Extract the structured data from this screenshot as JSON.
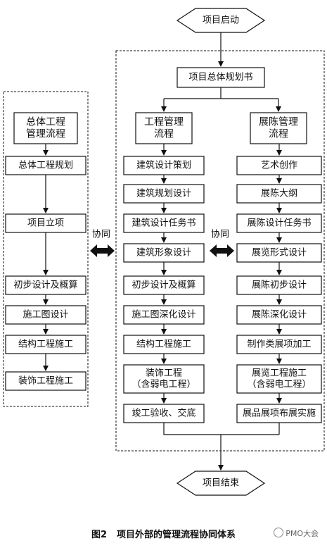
{
  "start": "项目启动",
  "end": "项目结束",
  "plan": "项目总体规划书",
  "sync_label": "协同",
  "left": {
    "title": [
      "总体工程",
      "管理流程"
    ],
    "steps": [
      "总体工程规划",
      "项目立项",
      "初步设计及概算",
      "施工图设计",
      "结构工程施工",
      "装饰工程施工"
    ]
  },
  "middle": {
    "title": [
      "工程管理",
      "流程"
    ],
    "steps": [
      [
        "建筑设计策划"
      ],
      [
        "建筑规划设计"
      ],
      [
        "建筑设计任务书"
      ],
      [
        "建筑形象设计"
      ],
      [
        "初步设计及概算"
      ],
      [
        "施工图深化设计"
      ],
      [
        "结构工程施工"
      ],
      [
        "装饰工程",
        "（含弱电工程）"
      ],
      [
        "竣工验收、交底"
      ]
    ]
  },
  "right": {
    "title": [
      "展陈管理",
      "流程"
    ],
    "steps": [
      [
        "艺术创作"
      ],
      [
        "展陈大纲"
      ],
      [
        "展陈设计任务书"
      ],
      [
        "展览形式设计"
      ],
      [
        "展陈初步设计"
      ],
      [
        "展陈深化设计"
      ],
      [
        "制作类展项加工"
      ],
      [
        "展览工程施工",
        "（含弱电工程）"
      ],
      [
        "展品展项布展实施"
      ]
    ]
  },
  "caption": {
    "figure": "图2",
    "text": "项目外部的管理流程协同体系"
  },
  "watermark": "PMO大会"
}
